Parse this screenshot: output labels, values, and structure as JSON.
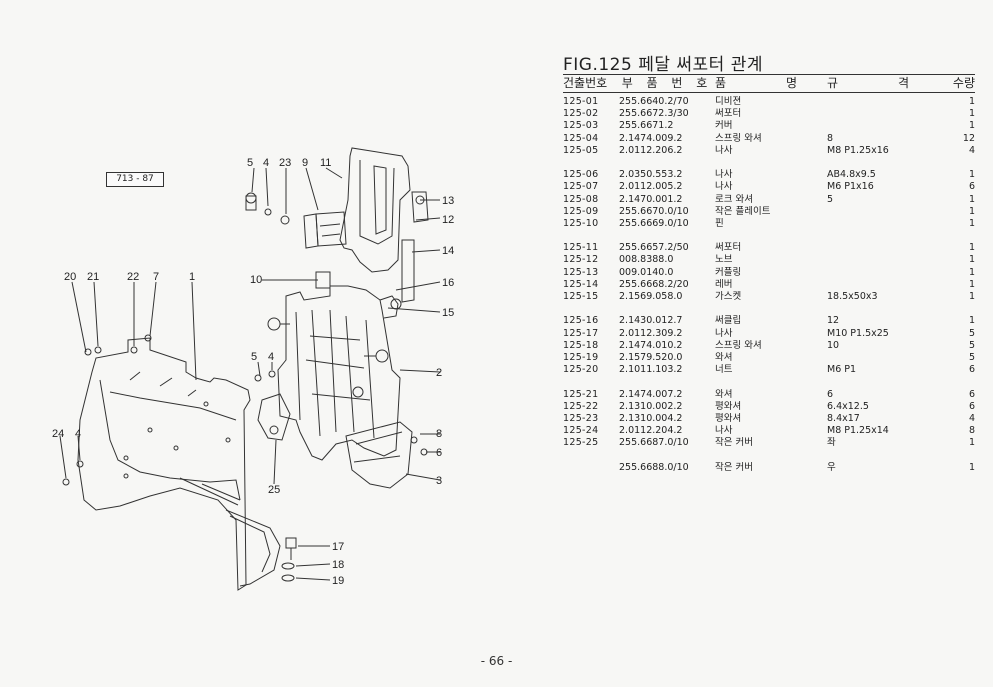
{
  "diagram": {
    "ref_code": "713 - 87",
    "callouts": [
      "5",
      "4",
      "23",
      "9",
      "11",
      "13",
      "12",
      "14",
      "16",
      "15",
      "10",
      "20",
      "21",
      "22",
      "7",
      "1",
      "5",
      "4",
      "2",
      "24",
      "4",
      "8",
      "6",
      "3",
      "25",
      "17",
      "18",
      "19"
    ]
  },
  "title": "FIG.125 페달 써포터 관계",
  "table": {
    "headers": {
      "ref": "건출번호",
      "part_no": "부 품 번 호",
      "name_a": "품",
      "name_b": "명",
      "spec_a": "규",
      "spec_b": "격",
      "qty": "수량"
    },
    "groups": [
      [
        {
          "ref": "125-01",
          "part": "255.6640.2/70",
          "name": "디비젼",
          "spec": "",
          "qty": "1"
        },
        {
          "ref": "125-02",
          "part": "255.6672.3/30",
          "name": "써포터",
          "spec": "",
          "qty": "1"
        },
        {
          "ref": "125-03",
          "part": "255.6671.2",
          "name": "커버",
          "spec": "",
          "qty": "1"
        },
        {
          "ref": "125-04",
          "part": "2.1474.009.2",
          "name": "스프링 와셔",
          "spec": "8",
          "qty": "12"
        },
        {
          "ref": "125-05",
          "part": "2.0112.206.2",
          "name": "나사",
          "spec": "M8 P1.25x16",
          "qty": "4"
        }
      ],
      [
        {
          "ref": "125-06",
          "part": "2.0350.553.2",
          "name": "나사",
          "spec": "AB4.8x9.5",
          "qty": "1"
        },
        {
          "ref": "125-07",
          "part": "2.0112.005.2",
          "name": "나사",
          "spec": "M6 P1x16",
          "qty": "6"
        },
        {
          "ref": "125-08",
          "part": "2.1470.001.2",
          "name": "로크 와셔",
          "spec": "5",
          "qty": "1"
        },
        {
          "ref": "125-09",
          "part": "255.6670.0/10",
          "name": "작은 플레이트",
          "spec": "",
          "qty": "1"
        },
        {
          "ref": "125-10",
          "part": "255.6669.0/10",
          "name": "핀",
          "spec": "",
          "qty": "1"
        }
      ],
      [
        {
          "ref": "125-11",
          "part": "255.6657.2/50",
          "name": "써포터",
          "spec": "",
          "qty": "1"
        },
        {
          "ref": "125-12",
          "part": "008.8388.0",
          "name": "노브",
          "spec": "",
          "qty": "1"
        },
        {
          "ref": "125-13",
          "part": "009.0140.0",
          "name": "커플링",
          "spec": "",
          "qty": "1"
        },
        {
          "ref": "125-14",
          "part": "255.6668.2/20",
          "name": "레버",
          "spec": "",
          "qty": "1"
        },
        {
          "ref": "125-15",
          "part": "2.1569.058.0",
          "name": "가스켓",
          "spec": "18.5x50x3",
          "qty": "1"
        }
      ],
      [
        {
          "ref": "125-16",
          "part": "2.1430.012.7",
          "name": "써클립",
          "spec": "12",
          "qty": "1"
        },
        {
          "ref": "125-17",
          "part": "2.0112.309.2",
          "name": "나사",
          "spec": "M10 P1.5x25",
          "qty": "5"
        },
        {
          "ref": "125-18",
          "part": "2.1474.010.2",
          "name": "스프링 와셔",
          "spec": "10",
          "qty": "5"
        },
        {
          "ref": "125-19",
          "part": "2.1579.520.0",
          "name": "와셔",
          "spec": "",
          "qty": "5"
        },
        {
          "ref": "125-20",
          "part": "2.1011.103.2",
          "name": "너트",
          "spec": "M6 P1",
          "qty": "6"
        }
      ],
      [
        {
          "ref": "125-21",
          "part": "2.1474.007.2",
          "name": "와셔",
          "spec": "6",
          "qty": "6"
        },
        {
          "ref": "125-22",
          "part": "2.1310.002.2",
          "name": "평와셔",
          "spec": "6.4x12.5",
          "qty": "6"
        },
        {
          "ref": "125-23",
          "part": "2.1310.004.2",
          "name": "평와셔",
          "spec": "8.4x17",
          "qty": "4"
        },
        {
          "ref": "125-24",
          "part": "2.0112.204.2",
          "name": "나사",
          "spec": "M8 P1.25x14",
          "qty": "8"
        },
        {
          "ref": "125-25",
          "part": "255.6687.0/10",
          "name": "작은 커버",
          "spec": "좌",
          "qty": "1"
        }
      ],
      [
        {
          "ref": "",
          "part": "255.6688.0/10",
          "name": "작은 커버",
          "spec": "우",
          "qty": "1"
        }
      ]
    ]
  },
  "page_number": "- 66 -"
}
